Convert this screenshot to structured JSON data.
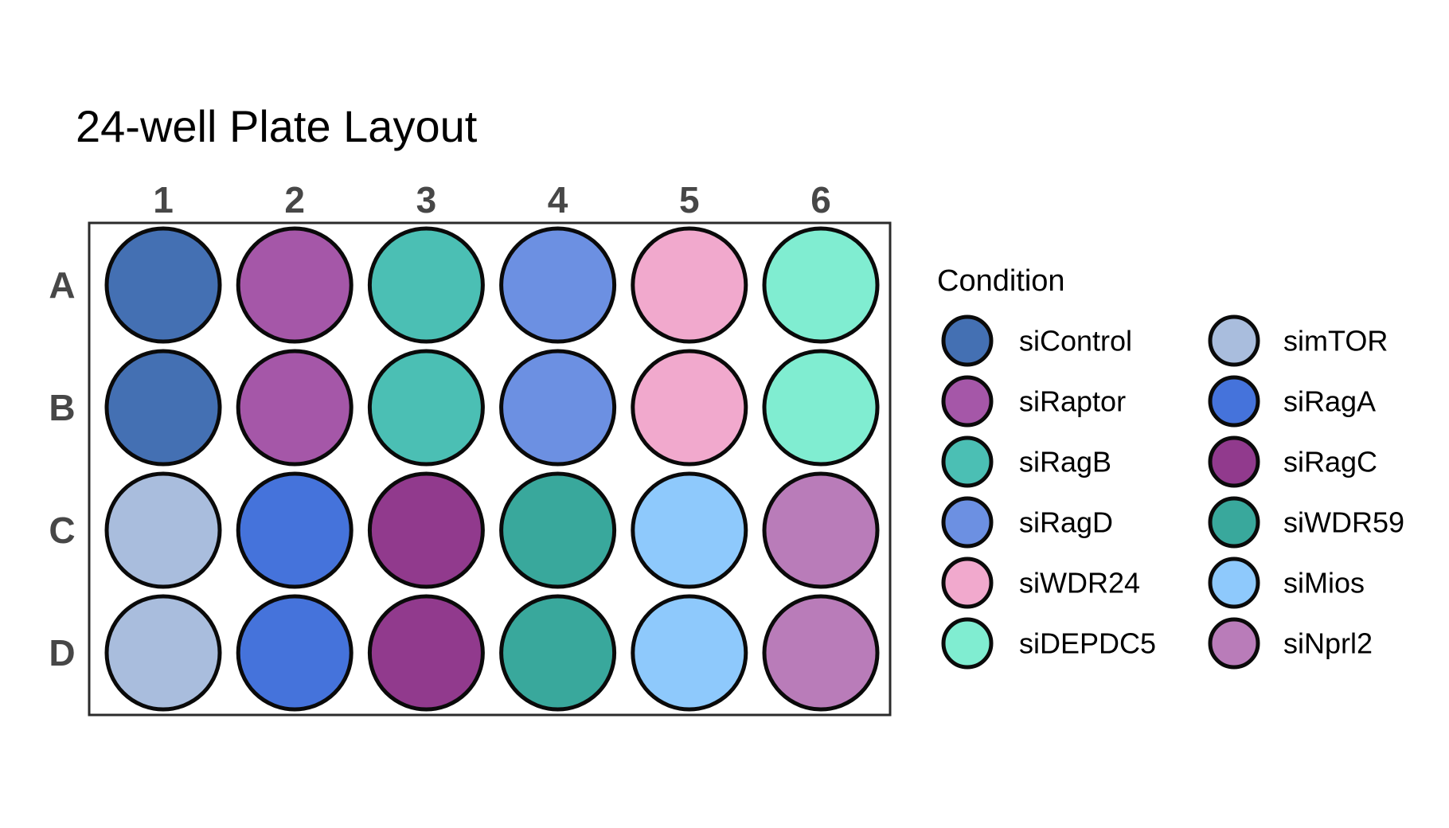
{
  "chart_data": {
    "type": "heatmap",
    "title": "24-well Plate Layout",
    "rows": [
      "A",
      "B",
      "C",
      "D"
    ],
    "columns": [
      "1",
      "2",
      "3",
      "4",
      "5",
      "6"
    ],
    "well_conditions": [
      [
        "siControl",
        "siRaptor",
        "siRagB",
        "siRagD",
        "siWDR24",
        "siDEPDC5"
      ],
      [
        "siControl",
        "siRaptor",
        "siRagB",
        "siRagD",
        "siWDR24",
        "siDEPDC5"
      ],
      [
        "simTOR",
        "siRagA",
        "siRagC",
        "siWDR59",
        "siMios",
        "siNprl2"
      ],
      [
        "simTOR",
        "siRagA",
        "siRagC",
        "siWDR59",
        "siMios",
        "siNprl2"
      ]
    ],
    "legend": {
      "title": "Condition",
      "position": "right",
      "columns": 2,
      "entries": [
        {
          "label": "siControl",
          "color": "#4470B3"
        },
        {
          "label": "siRaptor",
          "color": "#A557A8"
        },
        {
          "label": "siRagB",
          "color": "#4BBFB4"
        },
        {
          "label": "siRagD",
          "color": "#6C90E2"
        },
        {
          "label": "siWDR24",
          "color": "#F1A9CD"
        },
        {
          "label": "siDEPDC5",
          "color": "#80EDD1"
        },
        {
          "label": "simTOR",
          "color": "#A9BDDD"
        },
        {
          "label": "siRagA",
          "color": "#4573DB"
        },
        {
          "label": "siRagC",
          "color": "#913A8D"
        },
        {
          "label": "siWDR59",
          "color": "#39A89C"
        },
        {
          "label": "siMios",
          "color": "#8EC9FC"
        },
        {
          "label": "siNprl2",
          "color": "#B97CB9"
        }
      ]
    },
    "style": {
      "well_outline_color": "#0a0a0a",
      "plate_border_color": "#2b2b2b",
      "axis_text_color": "#474747",
      "background_color": "#ffffff",
      "grid": "off"
    }
  }
}
